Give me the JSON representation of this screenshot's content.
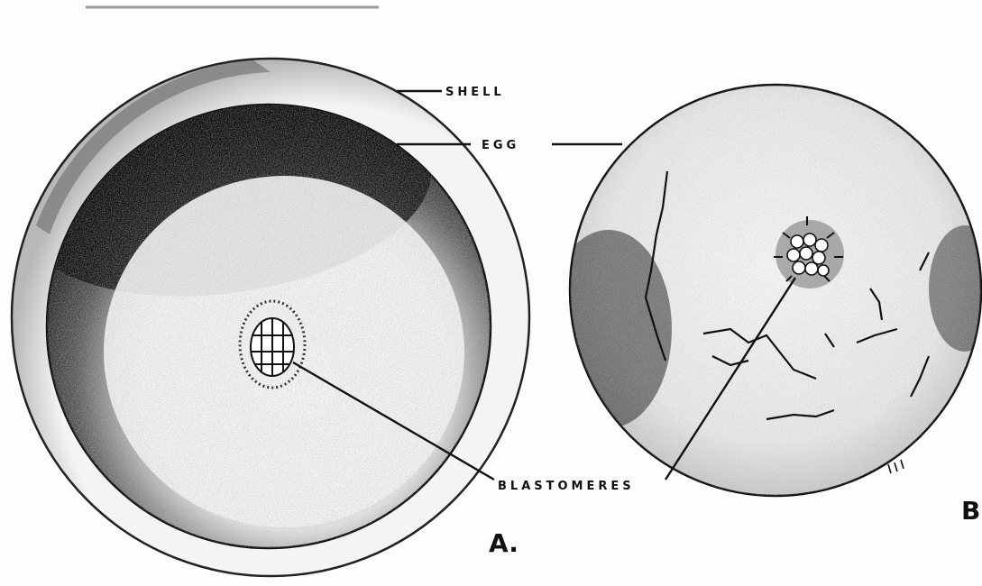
{
  "figure": {
    "labels": {
      "shell": "SHELL",
      "egg": "EGG",
      "blastomeres": "BLASTOMERES"
    },
    "panels": {
      "a": "A.",
      "b": "B"
    },
    "colors": {
      "ink": "#111111",
      "paper": "#fdfdfd"
    }
  }
}
